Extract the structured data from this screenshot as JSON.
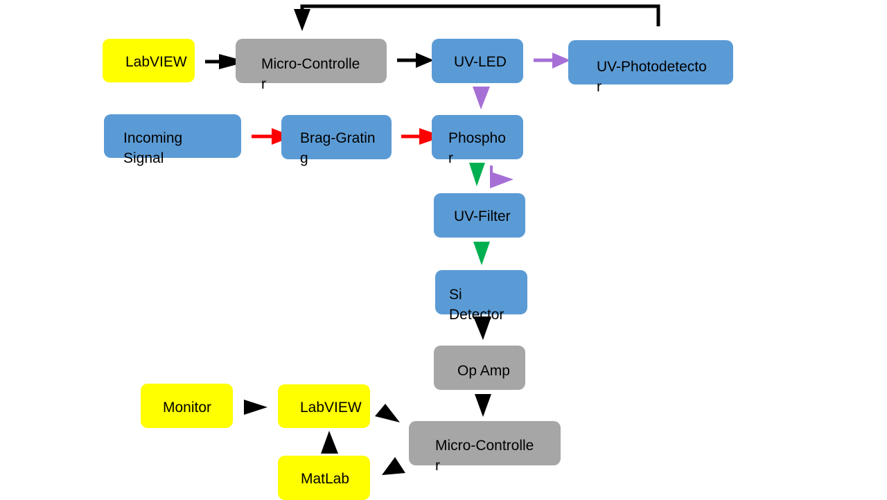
{
  "diagram": {
    "title": "",
    "colors": {
      "software": "#ffff00",
      "electronics": "#a6a6a6",
      "optical": "#5b9bd5",
      "control_arrow": "#000000",
      "uv_arrow": "#a66fd6",
      "signal_arrow": "#ff0000",
      "visible_arrow": "#00b050"
    },
    "nodes": {
      "labview_top": "LabVIEW",
      "micro_top": "Micro-Controlle\nr",
      "uv_led": "UV-LED",
      "uv_photodetector": "UV-Photodetecto\nr",
      "incoming_signal": "Incoming\nSignal",
      "brag_grating": "Brag-Gratin\ng",
      "phosphor": "Phospho\nr",
      "uv_filter": "UV-Filter",
      "si_detector": "Si\nDetector",
      "op_amp": "Op Amp",
      "micro_bottom": "Micro-Controlle\nr",
      "labview_bottom": "LabVIEW",
      "monitor": "Monitor",
      "matlab": "MatLab"
    },
    "edges": [
      {
        "from": "LabVIEW",
        "to": "Micro-Controller (top)",
        "color": "black"
      },
      {
        "from": "Micro-Controller (top)",
        "to": "UV-LED",
        "color": "black"
      },
      {
        "from": "UV-LED",
        "to": "UV-Photodetector",
        "color": "purple"
      },
      {
        "from": "UV-Photodetector",
        "to": "Micro-Controller (top)",
        "color": "black"
      },
      {
        "from": "UV-LED",
        "to": "Phosphor",
        "color": "purple"
      },
      {
        "from": "Incoming Signal",
        "to": "Brag-Grating",
        "color": "red"
      },
      {
        "from": "Brag-Grating",
        "to": "Phosphor",
        "color": "red"
      },
      {
        "from": "Phosphor",
        "to": "UV-Filter",
        "color": "green"
      },
      {
        "from": "Phosphor",
        "to": "UV-Filter (reflected UV)",
        "color": "purple"
      },
      {
        "from": "UV-Filter",
        "to": "Si Detector",
        "color": "green"
      },
      {
        "from": "Si Detector",
        "to": "Op Amp",
        "color": "black"
      },
      {
        "from": "Op Amp",
        "to": "Micro-Controller (bottom)",
        "color": "black"
      },
      {
        "from": "Micro-Controller (bottom)",
        "to": "LabVIEW (bottom)",
        "color": "black"
      },
      {
        "from": "Micro-Controller (bottom)",
        "to": "MatLab",
        "color": "black"
      },
      {
        "from": "MatLab",
        "to": "LabVIEW (bottom)",
        "color": "black"
      },
      {
        "from": "Monitor",
        "to": "LabVIEW (bottom)",
        "color": "black"
      }
    ]
  }
}
